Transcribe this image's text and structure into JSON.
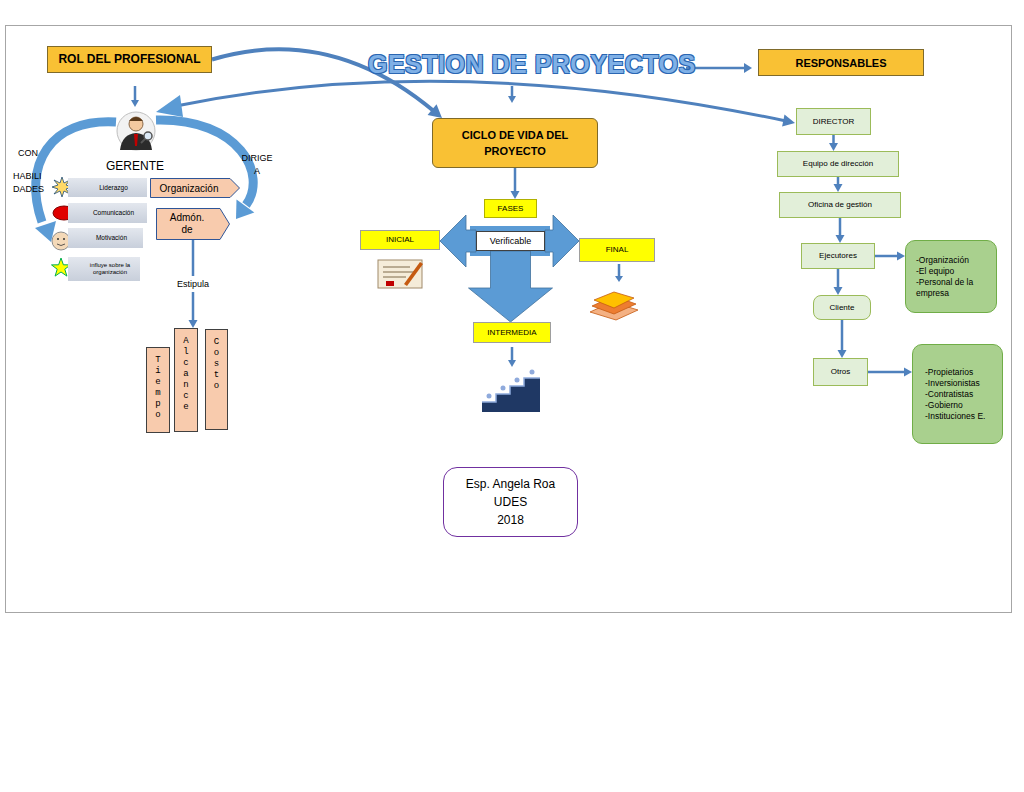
{
  "diagram": {
    "title": "GESTION DE PROYECTOS",
    "nodes": [
      {
        "text": [
          "ROL DEL PROFESIONAL"
        ]
      },
      {
        "text": [
          "Liderazgo"
        ]
      },
      {
        "text": [
          "Comunicación"
        ]
      },
      {
        "text": [
          "Motivación"
        ]
      },
      {
        "text": [
          "influye sobre la organización"
        ]
      },
      {
        "text": [
          "Organización"
        ]
      },
      {
        "text": [
          "Admón. de"
        ]
      },
      {
        "text": [
          "Tiempo"
        ]
      },
      {
        "text": [
          "Alcance"
        ]
      },
      {
        "text": [
          "Costo"
        ]
      },
      {
        "text": [
          "CICLO DE VIDA DEL PROYECTO"
        ]
      },
      {
        "text": [
          "FASES"
        ]
      },
      {
        "text": [
          "INICIAL"
        ]
      },
      {
        "text": [
          "Verificable"
        ]
      },
      {
        "text": [
          "FINAL"
        ]
      },
      {
        "text": [
          "INTERMEDIA"
        ]
      },
      {
        "text": [
          "Esp. Angela Roa",
          "UDES",
          "2018"
        ]
      },
      {
        "text": [
          "RESPONSABLES"
        ]
      },
      {
        "text": [
          "DIRECTOR"
        ]
      },
      {
        "text": [
          "Equipo de dirección"
        ]
      },
      {
        "text": [
          "Oficina de gestión"
        ]
      },
      {
        "text": [
          "Ejecutores"
        ]
      },
      {
        "text": [
          "-Organización",
          "-El equipo",
          "-Personal de la empresa"
        ]
      },
      {
        "text": [
          "Cliente"
        ]
      },
      {
        "text": [
          "Otros"
        ]
      },
      {
        "text": [
          "-Propietarios",
          "-Inversionistas",
          "-Contratistas",
          "-Gobierno",
          "-Instituciones E."
        ]
      }
    ],
    "edges": [
      {
        "from": 0,
        "to": 10,
        "arrow": "to"
      },
      {
        "from": 6,
        "to": 8,
        "label": "Estipula",
        "arrow": "to"
      },
      {
        "from": 10,
        "to": 11,
        "arrow": "to"
      },
      {
        "from": 13,
        "to": 12,
        "arrow": "to"
      },
      {
        "from": 13,
        "to": 14,
        "arrow": "to"
      },
      {
        "from": 13,
        "to": 15,
        "arrow": "to"
      },
      {
        "from": 18,
        "to": 19,
        "arrow": "to"
      },
      {
        "from": 19,
        "to": 20,
        "arrow": "to"
      },
      {
        "from": 20,
        "to": 21,
        "arrow": "to"
      },
      {
        "from": 21,
        "to": 22,
        "arrow": "to"
      },
      {
        "from": 21,
        "to": 23,
        "arrow": "to"
      },
      {
        "from": 23,
        "to": 24,
        "arrow": "to"
      },
      {
        "from": 24,
        "to": 25,
        "arrow": "to"
      }
    ],
    "labels": [
      "GERENTE",
      "CON",
      "HABILI DADES",
      "DIRIGE A"
    ]
  }
}
